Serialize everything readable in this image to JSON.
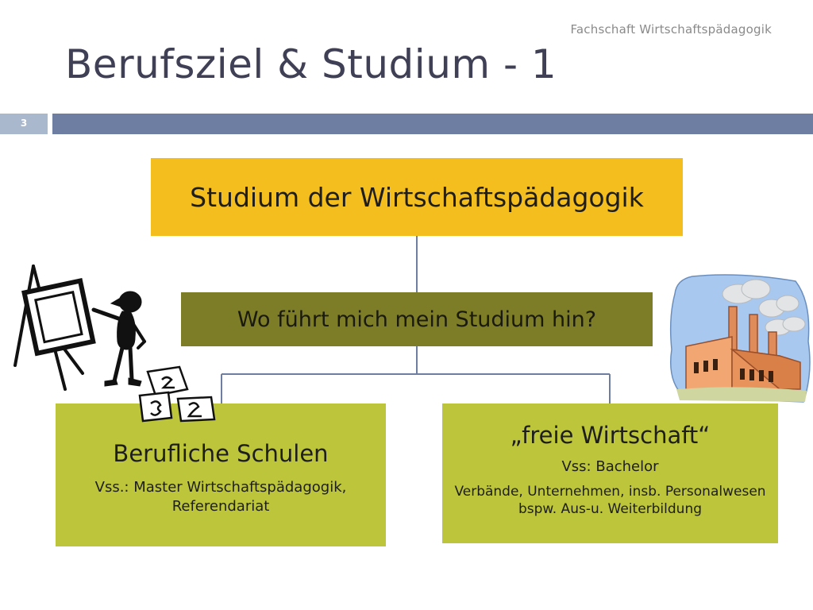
{
  "header": {
    "department": "Fachschaft Wirtschaftspädagogik",
    "title": "Berufsziel & Studium - 1",
    "slide_number": "3"
  },
  "diagram": {
    "top_box": "Studium der Wirtschaftspädagogik",
    "middle_box": "Wo führt mich mein Studium hin?",
    "left_box": {
      "heading": "Berufliche Schulen",
      "subtext": "Vss.: Master Wirtschaftspädagogik, Referendariat"
    },
    "right_box": {
      "heading": "„freie Wirtschaft“",
      "subtext1": "Vss: Bachelor",
      "subtext2": "Verbände, Unternehmen, insb. Personalwesen bspw. Aus-u. Weiterbildung"
    },
    "colors": {
      "top_box": "#f5be1f",
      "middle_box": "#7d7d27",
      "leaf_boxes": "#bdc53a",
      "connector": "#6e7ea2",
      "title_bar": "#6e7ea2"
    },
    "illustrations": [
      "teacher-easel-clipart",
      "factory-clipart"
    ]
  }
}
